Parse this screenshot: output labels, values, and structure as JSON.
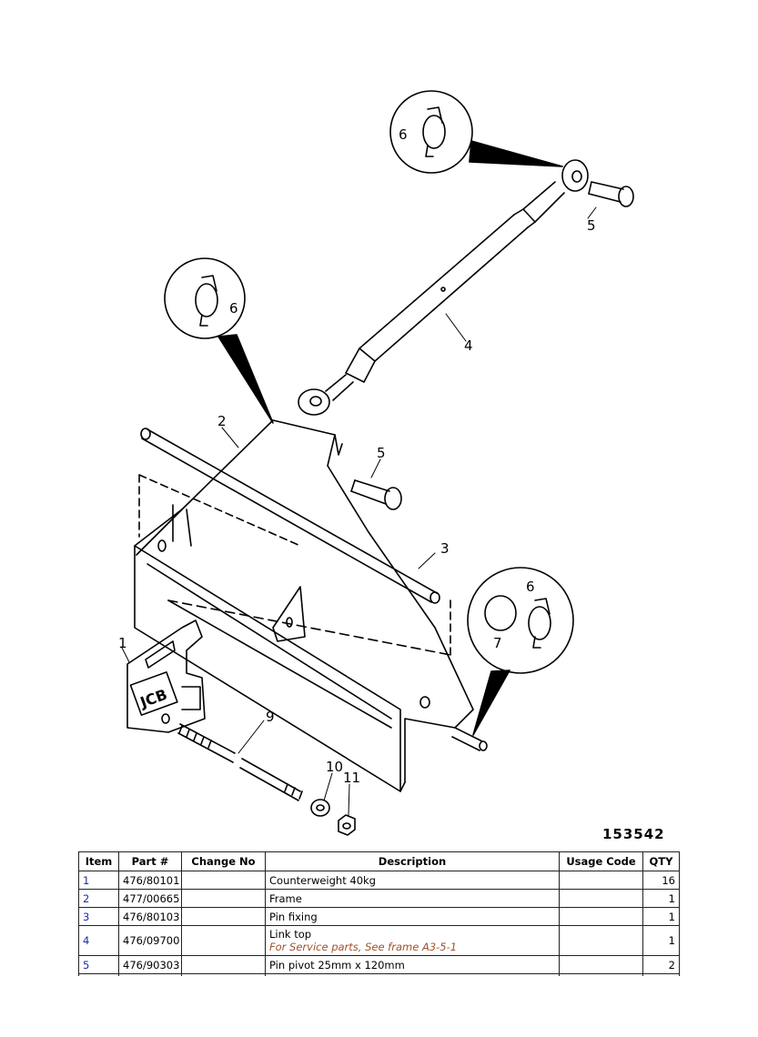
{
  "figure": {
    "number": "153542",
    "callouts": [
      "1",
      "2",
      "3",
      "4",
      "5",
      "5",
      "6",
      "6",
      "6",
      "7",
      "9",
      "10",
      "11"
    ],
    "logo_text": "JCB"
  },
  "table": {
    "headers": {
      "item": "Item",
      "part": "Part #",
      "change": "Change No",
      "description": "Description",
      "usage": "Usage Code",
      "qty": "QTY"
    },
    "rows": [
      {
        "item": "1",
        "part": "476/80101",
        "change": "",
        "description": "Counterweight 40kg",
        "note": "",
        "usage": "",
        "qty": "16"
      },
      {
        "item": "2",
        "part": "477/00665",
        "change": "",
        "description": "Frame",
        "note": "",
        "usage": "",
        "qty": "1"
      },
      {
        "item": "3",
        "part": "476/80103",
        "change": "",
        "description": "Pin fixing",
        "note": "",
        "usage": "",
        "qty": "1"
      },
      {
        "item": "4",
        "part": "476/09700",
        "change": "",
        "description": "Link top",
        "note": "For Service parts, See frame A3-5-1",
        "usage": "",
        "qty": "1"
      },
      {
        "item": "5",
        "part": "476/90303",
        "change": "",
        "description": "Pin pivot 25mm x 120mm",
        "note": "",
        "usage": "",
        "qty": "2"
      }
    ]
  }
}
